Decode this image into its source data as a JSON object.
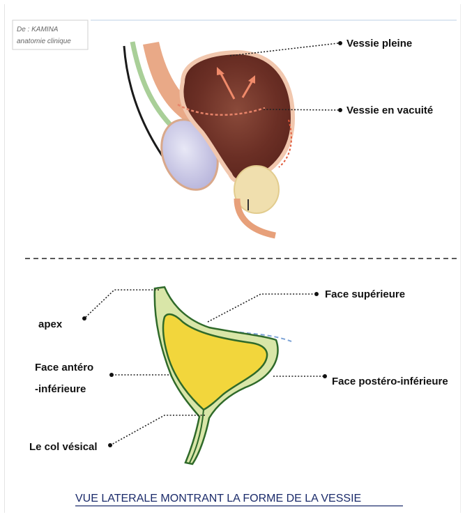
{
  "source_box": {
    "line1": "De : KAMINA",
    "line2": "anatomie clinique"
  },
  "top_labels": {
    "full_bladder": "Vessie pleine",
    "empty_bladder": "Vessie en vacuité"
  },
  "bottom_labels": {
    "apex": "apex",
    "superior_face": "Face supérieure",
    "anteroinferior_line1": "Face antéro",
    "anteroinferior_line2": "-inférieure",
    "posteroinferior_face": "Face postéro-inférieure",
    "bladder_neck": "Le col vésical"
  },
  "caption": "VUE LATERALE MONTRANT LA FORME DE LA VESSIE",
  "colors": {
    "bladder_wall_dark": "#6b2f25",
    "bladder_fill": "#f2d63c",
    "bladder_outline": "#2f6a2a",
    "peritoneum": "#7da3d6",
    "caption_text": "#1a2a6a"
  }
}
